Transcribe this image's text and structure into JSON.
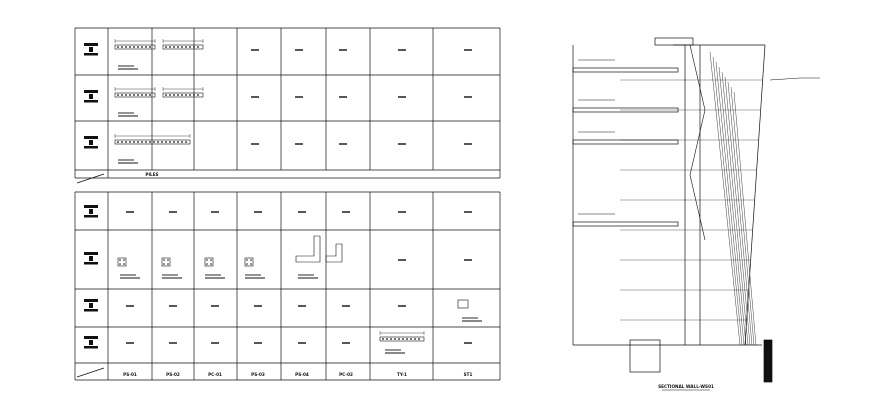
{
  "sheet": {
    "caption_left_top": "PILES",
    "column_labels_bottom": [
      "PS-01",
      "PS-02",
      "PC-01",
      "PS-03",
      "PS-04",
      "PC-02",
      "TY-1",
      "ST1"
    ],
    "section_title": "SECTIONAL WALL-WS01"
  },
  "colors": {
    "ink": "#111111",
    "background": "#ffffff"
  }
}
